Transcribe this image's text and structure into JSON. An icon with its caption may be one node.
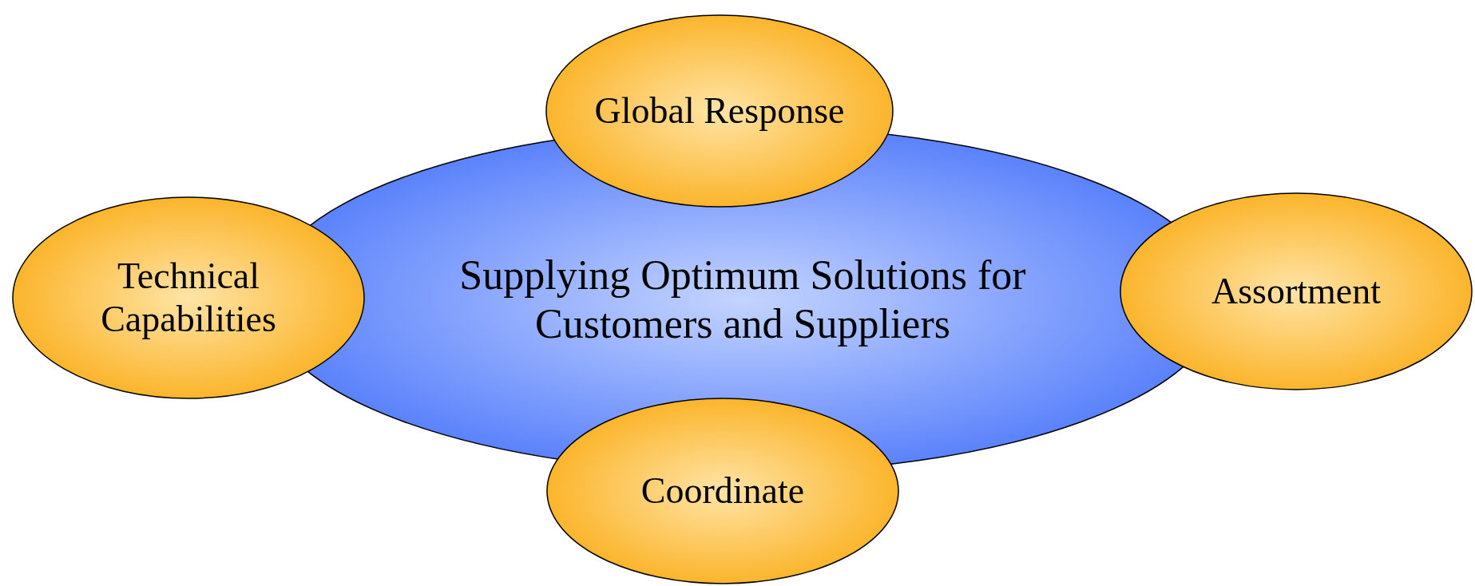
{
  "diagram": {
    "nodes": [
      {
        "text": [
          "Supplying Optimum Solutions for Customers and Suppliers"
        ]
      },
      {
        "text": [
          "Global Response"
        ]
      },
      {
        "text": [
          "Technical Capabilities"
        ]
      },
      {
        "text": [
          "Assortment"
        ]
      },
      {
        "text": [
          "Coordinate"
        ]
      }
    ]
  }
}
